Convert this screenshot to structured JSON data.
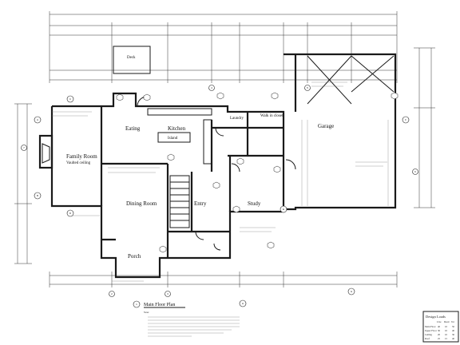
{
  "rooms": {
    "deck": "Deck",
    "eating": "Eating",
    "kitchen": "Kitchen",
    "island": "Island",
    "family_room": "Family Room",
    "family_ceiling": "Vaulted ceiling",
    "dining_room": "Dining Room",
    "entry": "Entry",
    "study": "Study",
    "porch": "Porch",
    "laundry": "Laundry",
    "walk_in_closet": "Walk in closet",
    "garage": "Garage"
  },
  "title_block": {
    "title": "Main Floor Plan",
    "notes_heading": "Notes:"
  },
  "design_loads": {
    "heading": "Design Loads",
    "columns": [
      "Live",
      "Dead",
      "Tot"
    ],
    "rows": [
      {
        "label": "Main Floor",
        "values": [
          "40",
          "10",
          "50"
        ]
      },
      {
        "label": "Upper Floor",
        "values": [
          "30",
          "10",
          "40"
        ]
      },
      {
        "label": "Ceiling",
        "values": [
          "20",
          "10",
          "30"
        ]
      },
      {
        "label": "Roof",
        "values": [
          "25",
          "15",
          "40"
        ]
      }
    ]
  },
  "grid_bubbles": [
    "A",
    "B",
    "C",
    "D",
    "E",
    "F",
    "G",
    "H",
    "1",
    "2",
    "3",
    "4",
    "5",
    "6",
    "7"
  ]
}
